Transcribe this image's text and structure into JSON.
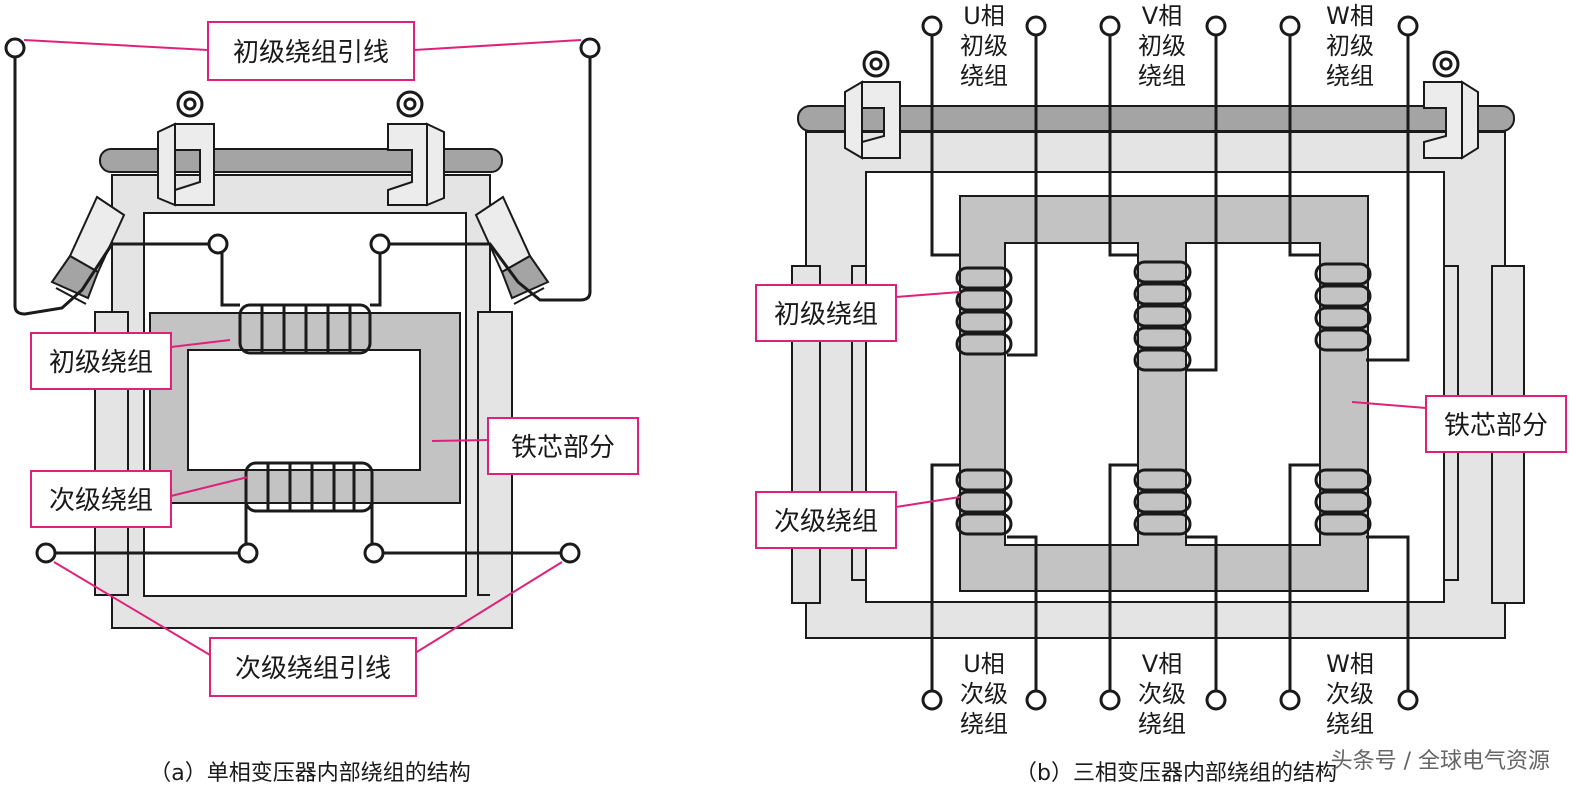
{
  "left": {
    "caption": "（a）单相变压器内部绕组的结构",
    "labels": {
      "primary_leads": "初级绕组引线",
      "primary_winding": "初级绕组",
      "core": "铁芯部分",
      "secondary_winding": "次级绕组",
      "secondary_leads": "次级绕组引线"
    }
  },
  "right": {
    "caption": "（b）三相变压器内部绕组的结构",
    "labels": {
      "primary_winding": "初级绕组",
      "core": "铁芯部分",
      "secondary_winding": "次级绕组"
    },
    "phases": [
      {
        "top": [
          "U相",
          "初级",
          "绕组"
        ],
        "bottom": [
          "U相",
          "次级",
          "绕组"
        ]
      },
      {
        "top": [
          "V相",
          "初级",
          "绕组"
        ],
        "bottom": [
          "V相",
          "次级",
          "绕组"
        ]
      },
      {
        "top": [
          "W相",
          "初级",
          "绕组"
        ],
        "bottom": [
          "W相",
          "次级",
          "绕组"
        ]
      }
    ]
  },
  "watermark": "头条号 / 全球电气资源",
  "colors": {
    "label_border": "#e0217a",
    "core": "#c3c3c3",
    "frame": "#e4e4e4",
    "rod": "#a4a4a4"
  }
}
